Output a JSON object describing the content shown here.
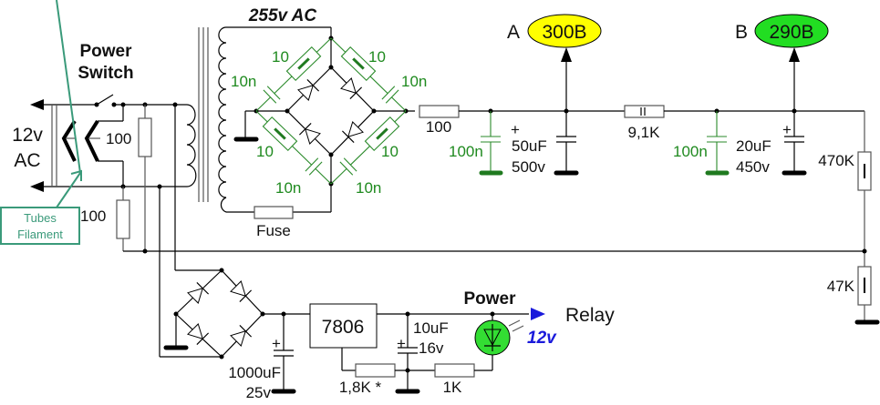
{
  "title": "Tube amplifier power supply schematic",
  "labels": {
    "power_switch_line1": "Power",
    "power_switch_line2": "Switch",
    "input_voltage_line1": "12v",
    "input_voltage_line2": "AC",
    "tubes_filament_line1": "Tubes",
    "tubes_filament_line2": "Filament",
    "r_switch": "100",
    "r_filament": "100",
    "secondary_voltage": "255v AC",
    "fuse": "Fuse",
    "snubber_r": "10",
    "snubber_c": "10n",
    "r_series_100": "100",
    "c_100n_a": "100n",
    "c1_value": "50uF",
    "c1_voltage": "500v",
    "r_91k": "9,1K",
    "c_100n_b": "100n",
    "c2_value": "20uF",
    "c2_voltage": "450v",
    "r_470k": "470K",
    "r_47k": "47K",
    "tap_a_letter": "A",
    "tap_a_voltage": "300B",
    "tap_b_letter": "B",
    "tap_b_voltage": "290B",
    "regulator": "7806",
    "c3_value": "1000uF",
    "c3_voltage": "25v",
    "c4_value": "10uF",
    "c4_voltage": "16v",
    "r_adj": "1,8K *",
    "r_led": "1K",
    "power_label": "Power",
    "relay_label": "Relay",
    "led_voltage": "12v",
    "plus": "+"
  },
  "colors": {
    "tap_a_fill": "#ffff00",
    "tap_b_fill": "#22dd22",
    "led_fill": "#33dd33",
    "snubber": "#2a8a2a",
    "relay_arrow": "#1a1adb",
    "filament_callout": "#3a9a7a"
  }
}
